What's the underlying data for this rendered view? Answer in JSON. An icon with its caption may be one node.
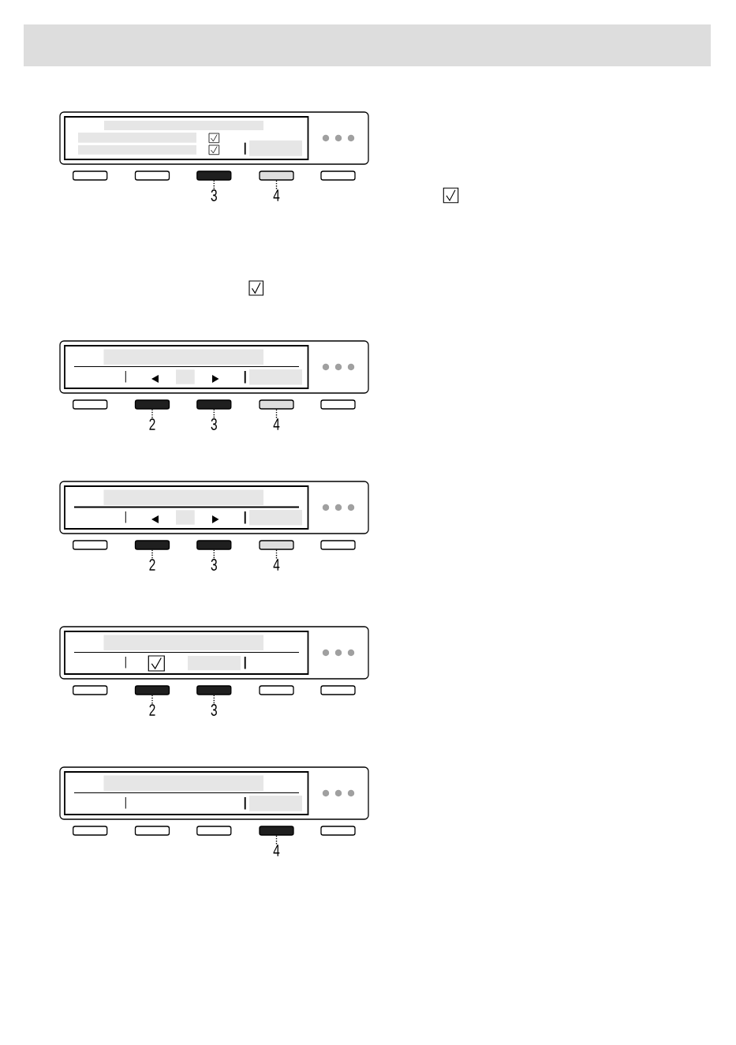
{
  "diagram": {
    "nodes": [
      {
        "text": [],
        "shape": "box"
      },
      {
        "text": [
          "3"
        ]
      },
      {
        "text": [],
        "shape": "box"
      },
      {
        "text": [
          "4"
        ]
      },
      {
        "text": [],
        "shape": "box"
      },
      {
        "text": [
          "2"
        ]
      },
      {
        "text": [],
        "shape": "box"
      },
      {
        "text": [
          "3"
        ]
      },
      {
        "text": [],
        "shape": "box"
      },
      {
        "text": [
          "4"
        ]
      },
      {
        "text": [],
        "shape": "box"
      },
      {
        "text": [
          "2"
        ]
      },
      {
        "text": [],
        "shape": "box"
      },
      {
        "text": [
          "3"
        ]
      },
      {
        "text": [],
        "shape": "box"
      },
      {
        "text": [
          "4"
        ]
      },
      {
        "text": [],
        "shape": "box"
      },
      {
        "text": [
          "2"
        ]
      },
      {
        "text": [],
        "shape": "box"
      },
      {
        "text": [
          "3"
        ]
      },
      {
        "text": [],
        "shape": "box"
      },
      {
        "text": [
          "4"
        ]
      }
    ],
    "edges": [
      {
        "from": 1,
        "to": 0,
        "arrow": "none",
        "style": "dashed"
      },
      {
        "from": 3,
        "to": 2,
        "arrow": "none",
        "style": "dashed"
      },
      {
        "from": 5,
        "to": 4,
        "arrow": "none",
        "style": "dashed"
      },
      {
        "from": 7,
        "to": 6,
        "arrow": "none",
        "style": "dashed"
      },
      {
        "from": 9,
        "to": 8,
        "arrow": "none",
        "style": "dashed"
      },
      {
        "from": 11,
        "to": 10,
        "arrow": "none",
        "style": "dashed"
      },
      {
        "from": 13,
        "to": 12,
        "arrow": "none",
        "style": "dashed"
      },
      {
        "from": 15,
        "to": 14,
        "arrow": "none",
        "style": "dashed"
      },
      {
        "from": 17,
        "to": 16,
        "arrow": "none",
        "style": "dashed"
      },
      {
        "from": 19,
        "to": 18,
        "arrow": "none",
        "style": "dashed"
      },
      {
        "from": 21,
        "to": 20,
        "arrow": "none",
        "style": "dashed"
      }
    ]
  }
}
